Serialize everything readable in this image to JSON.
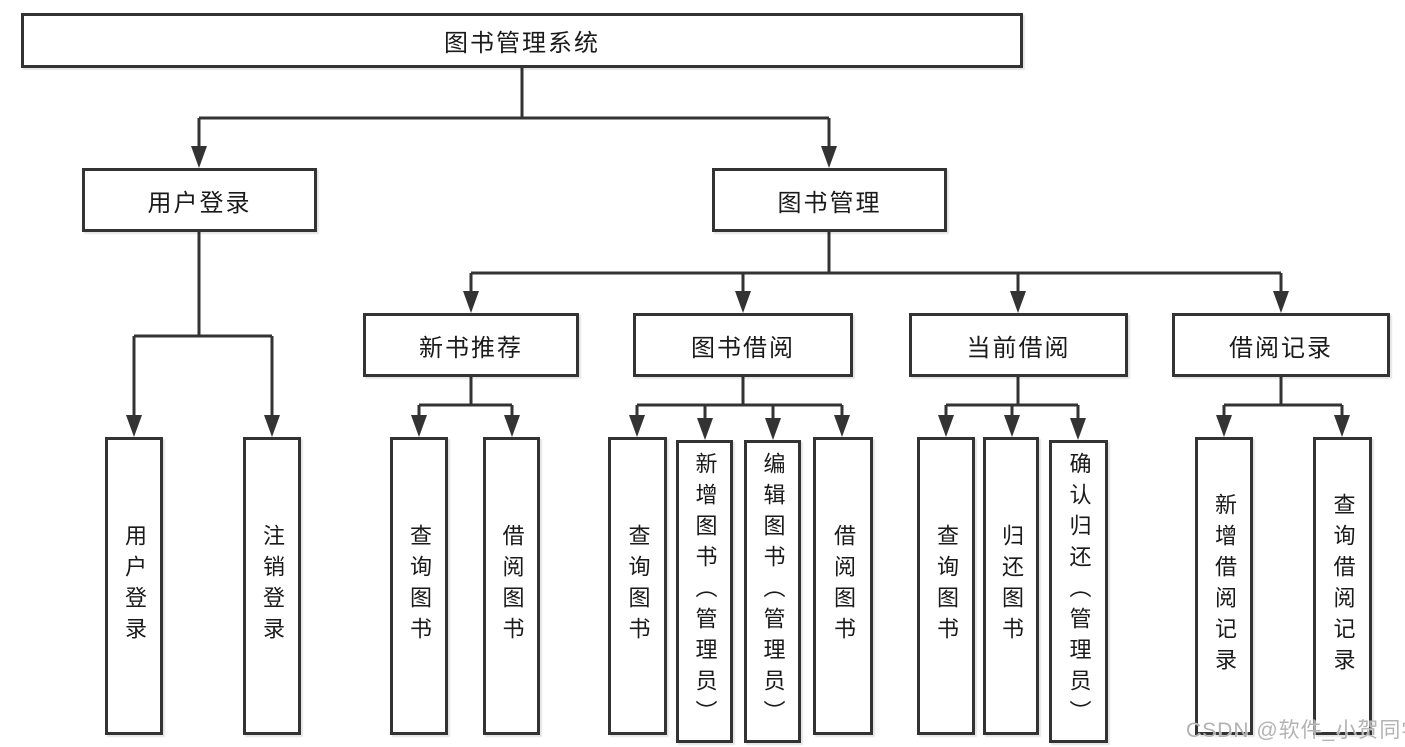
{
  "diagram": {
    "type": "hierarchy",
    "tree": {
      "label": "图书管理系统",
      "children": [
        {
          "label": "用户登录",
          "children": [
            {
              "label": "用户登录"
            },
            {
              "label": "注销登录"
            }
          ]
        },
        {
          "label": "图书管理",
          "children": [
            {
              "label": "新书推荐",
              "children": [
                {
                  "label": "查询图书"
                },
                {
                  "label": "借阅图书"
                }
              ]
            },
            {
              "label": "图书借阅",
              "children": [
                {
                  "label": "查询图书"
                },
                {
                  "label": "新增图书（管理员）"
                },
                {
                  "label": "编辑图书（管理员）"
                },
                {
                  "label": "借阅图书"
                }
              ]
            },
            {
              "label": "当前借阅",
              "children": [
                {
                  "label": "查询图书"
                },
                {
                  "label": "归还图书"
                },
                {
                  "label": "确认归还（管理员）"
                }
              ]
            },
            {
              "label": "借阅记录",
              "children": [
                {
                  "label": "新增借阅记录"
                },
                {
                  "label": "查询借阅记录"
                }
              ]
            }
          ]
        }
      ]
    },
    "watermark": "CSDN @软件_小贺同学",
    "colors": {
      "line": "#333333",
      "box_border": "#333333",
      "box_background": "#ffffff",
      "text": "#1a1a1a",
      "watermark": "#b3b3b3"
    }
  }
}
